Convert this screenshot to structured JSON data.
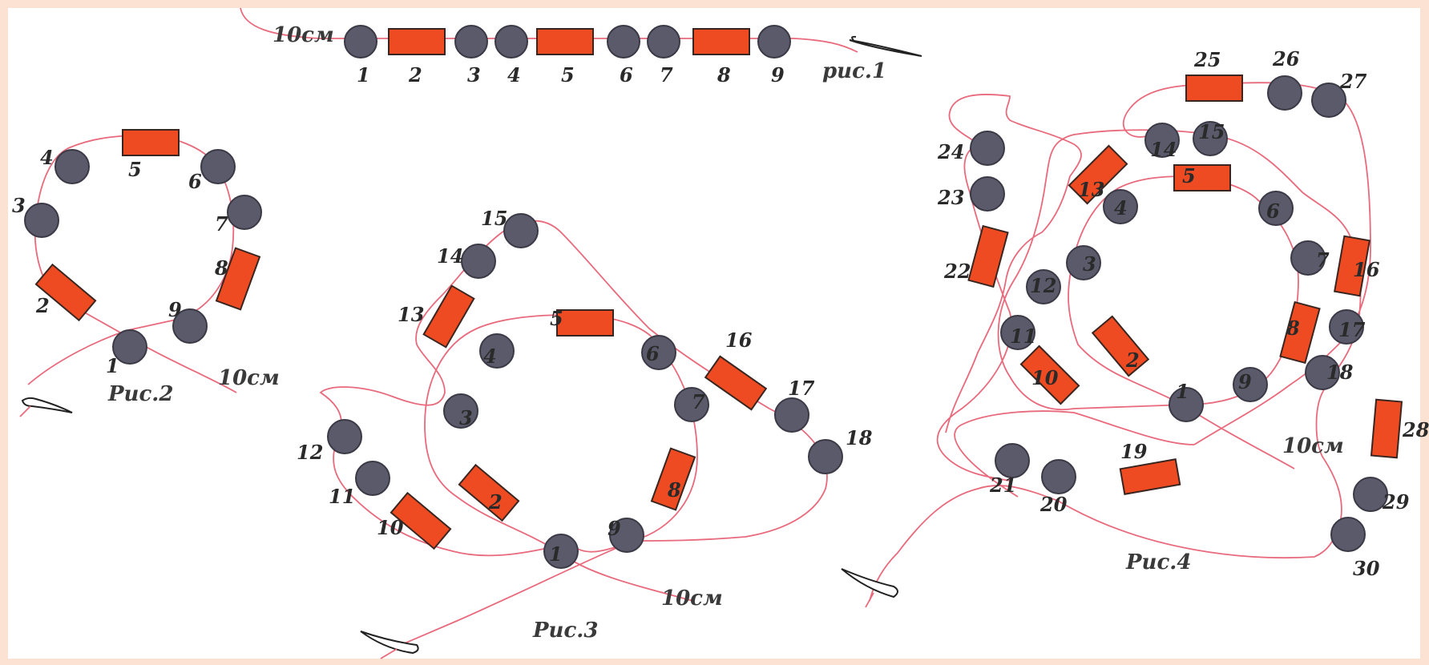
{
  "colors": {
    "bead": "#5b5a6b",
    "bugle": "#ee4b22",
    "thread": "#e86a7c",
    "border": "#fbe2d3"
  },
  "figures": [
    {
      "caption": "рис.1",
      "thread_length": "10см",
      "items": [
        {
          "n": "1",
          "kind": "bead"
        },
        {
          "n": "2",
          "kind": "bugle"
        },
        {
          "n": "3",
          "kind": "bead"
        },
        {
          "n": "4",
          "kind": "bead"
        },
        {
          "n": "5",
          "kind": "bugle"
        },
        {
          "n": "6",
          "kind": "bead"
        },
        {
          "n": "7",
          "kind": "bead"
        },
        {
          "n": "8",
          "kind": "bugle"
        },
        {
          "n": "9",
          "kind": "bead"
        }
      ]
    },
    {
      "caption": "Рис.2",
      "thread_length": "10см",
      "items": [
        {
          "n": "1",
          "kind": "bead"
        },
        {
          "n": "2",
          "kind": "bugle"
        },
        {
          "n": "3",
          "kind": "bead"
        },
        {
          "n": "4",
          "kind": "bead"
        },
        {
          "n": "5",
          "kind": "bugle"
        },
        {
          "n": "6",
          "kind": "bead"
        },
        {
          "n": "7",
          "kind": "bead"
        },
        {
          "n": "8",
          "kind": "bugle"
        },
        {
          "n": "9",
          "kind": "bead"
        }
      ]
    },
    {
      "caption": "Рис.3",
      "thread_length": "10см",
      "items": [
        {
          "n": "1",
          "kind": "bead"
        },
        {
          "n": "2",
          "kind": "bugle"
        },
        {
          "n": "3",
          "kind": "bead"
        },
        {
          "n": "4",
          "kind": "bead"
        },
        {
          "n": "5",
          "kind": "bugle"
        },
        {
          "n": "6",
          "kind": "bead"
        },
        {
          "n": "7",
          "kind": "bead"
        },
        {
          "n": "8",
          "kind": "bugle"
        },
        {
          "n": "9",
          "kind": "bead"
        },
        {
          "n": "10",
          "kind": "bugle"
        },
        {
          "n": "11",
          "kind": "bead"
        },
        {
          "n": "12",
          "kind": "bead"
        },
        {
          "n": "13",
          "kind": "bugle"
        },
        {
          "n": "14",
          "kind": "bead"
        },
        {
          "n": "15",
          "kind": "bead"
        },
        {
          "n": "16",
          "kind": "bugle"
        },
        {
          "n": "17",
          "kind": "bead"
        },
        {
          "n": "18",
          "kind": "bead"
        }
      ]
    },
    {
      "caption": "Рис.4",
      "thread_length": "10см",
      "items": [
        {
          "n": "1",
          "kind": "bead"
        },
        {
          "n": "2",
          "kind": "bugle"
        },
        {
          "n": "3",
          "kind": "bead"
        },
        {
          "n": "4",
          "kind": "bead"
        },
        {
          "n": "5",
          "kind": "bugle"
        },
        {
          "n": "6",
          "kind": "bead"
        },
        {
          "n": "7",
          "kind": "bead"
        },
        {
          "n": "8",
          "kind": "bugle"
        },
        {
          "n": "9",
          "kind": "bead"
        },
        {
          "n": "10",
          "kind": "bugle"
        },
        {
          "n": "11",
          "kind": "bead"
        },
        {
          "n": "12",
          "kind": "bead"
        },
        {
          "n": "13",
          "kind": "bugle"
        },
        {
          "n": "14",
          "kind": "bead"
        },
        {
          "n": "15",
          "kind": "bead"
        },
        {
          "n": "16",
          "kind": "bugle"
        },
        {
          "n": "17",
          "kind": "bead"
        },
        {
          "n": "18",
          "kind": "bead"
        },
        {
          "n": "19",
          "kind": "bugle"
        },
        {
          "n": "20",
          "kind": "bead"
        },
        {
          "n": "21",
          "kind": "bead"
        },
        {
          "n": "22",
          "kind": "bugle"
        },
        {
          "n": "23",
          "kind": "bead"
        },
        {
          "n": "24",
          "kind": "bead"
        },
        {
          "n": "25",
          "kind": "bugle"
        },
        {
          "n": "26",
          "kind": "bead"
        },
        {
          "n": "27",
          "kind": "bead"
        },
        {
          "n": "28",
          "kind": "bugle"
        },
        {
          "n": "29",
          "kind": "bead"
        },
        {
          "n": "30",
          "kind": "bead"
        }
      ]
    }
  ]
}
